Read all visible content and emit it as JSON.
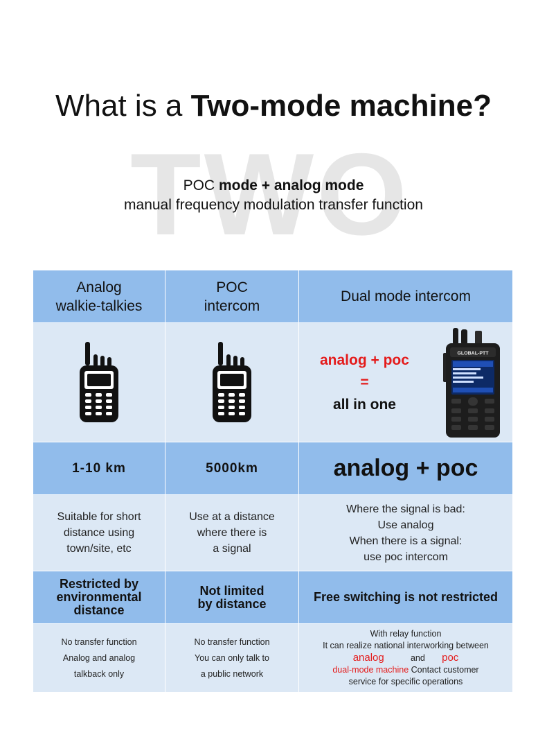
{
  "header": {
    "title_prefix": "What is a",
    "title_bold": "Two-mode machine?",
    "background_word": "TWO",
    "subtitle_line1_prefix": "POC",
    "subtitle_line1_bold": "mode + analog mode",
    "subtitle_line2": "manual frequency modulation transfer function"
  },
  "table": {
    "columns": [
      {
        "line1": "Analog",
        "line2": "walkie-talkies"
      },
      {
        "line1": "POC",
        "line2": "intercom"
      },
      {
        "line1": "Dual mode intercom",
        "line2": ""
      }
    ],
    "dual_image": {
      "line1": "analog + poc",
      "line2": "=",
      "line3": "all in one",
      "brand": "GLOBAL-PTT"
    },
    "distance": [
      "1-10 km",
      "5000km",
      "analog + poc"
    ],
    "description": [
      [
        "Suitable for short",
        "distance using",
        "town/site, etc"
      ],
      [
        "Use at a distance",
        "where there is",
        "a signal"
      ],
      [
        "Where the signal is bad:",
        "Use analog",
        "When there is a signal:",
        "use poc intercom"
      ]
    ],
    "features": [
      [
        "Restricted by",
        "environmental",
        "distance"
      ],
      [
        "Not limited",
        "by distance"
      ],
      [
        "Free switching is not restricted"
      ]
    ],
    "notes": {
      "col1": [
        "No transfer function",
        "Analog and analog",
        "talkback only"
      ],
      "col2": [
        "No transfer function",
        "You can only talk to",
        "a public network"
      ],
      "col3": {
        "line1": "With relay function",
        "line2": "It can realize national interworking between",
        "word_analog": "analog",
        "word_and": "and",
        "word_poc": "poc",
        "line4_red": "dual-mode machine",
        "line4_rest": "Contact customer",
        "line5": "service for specific operations"
      }
    }
  },
  "colors": {
    "header_blue": "#91bceb",
    "cell_light": "#dce8f5",
    "accent_red": "#e41b1b"
  }
}
